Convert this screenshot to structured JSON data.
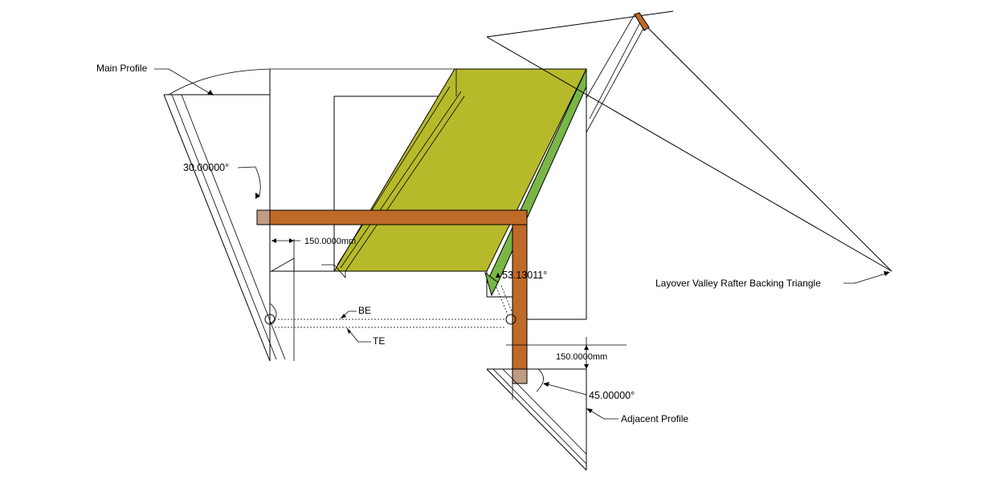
{
  "labels": {
    "main_profile": "Main Profile",
    "adjacent_profile": "Adjacent Profile",
    "backing_triangle": "Layover Valley Rafter Backing Triangle",
    "be": "BE",
    "te": "TE"
  },
  "dimensions": {
    "main_offset": "150.0000mm",
    "adjacent_offset": "150.0000mm"
  },
  "angles": {
    "main_pitch": "30.00000°",
    "valley_backing": "53.13011°",
    "adjacent_pitch": "45.00000°"
  },
  "colors": {
    "roof_plane": "#B6BA2A",
    "valley_face": "#79B646",
    "rafter": "#BE6A28",
    "rafter_end": "#BF9C82"
  }
}
